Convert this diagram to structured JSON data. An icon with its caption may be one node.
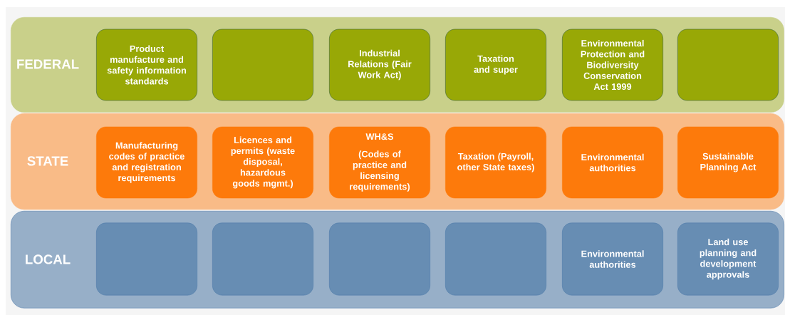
{
  "diagram": {
    "nodes": [
      {
        "text": [
          "FEDERAL"
        ]
      },
      {
        "text": [
          "Product manufacture and safety information standards"
        ],
        "in": 0
      },
      {
        "text": [],
        "shape": "box",
        "in": 0
      },
      {
        "text": [
          "Industrial Relations (Fair Work Act)"
        ],
        "in": 0
      },
      {
        "text": [
          "Taxation and super"
        ],
        "in": 0
      },
      {
        "text": [
          "Environmental Protection and Biodiversity Conservation Act 1999"
        ],
        "in": 0
      },
      {
        "text": [],
        "shape": "box",
        "in": 0
      },
      {
        "text": [
          "STATE"
        ]
      },
      {
        "text": [
          "Manufacturing codes of practice and registration requirements"
        ],
        "in": 7
      },
      {
        "text": [
          "Licences and permits (waste disposal, hazardous goods mgmt.)"
        ],
        "in": 7
      },
      {
        "text": [
          "WH&S",
          "(Codes of practice and licensing requirements)"
        ],
        "in": 7
      },
      {
        "text": [
          "Taxation (Payroll, other State taxes)"
        ],
        "in": 7
      },
      {
        "text": [
          "Environmental authorities"
        ],
        "in": 7
      },
      {
        "text": [
          "Sustainable Planning Act"
        ],
        "in": 7
      },
      {
        "text": [
          "LOCAL"
        ]
      },
      {
        "text": [],
        "shape": "box",
        "in": 14
      },
      {
        "text": [],
        "shape": "box",
        "in": 14
      },
      {
        "text": [],
        "shape": "box",
        "in": 14
      },
      {
        "text": [],
        "shape": "box",
        "in": 14
      },
      {
        "text": [
          "Environmental authorities"
        ],
        "in": 14
      },
      {
        "text": [
          "Land use planning and development approvals"
        ],
        "in": 14
      }
    ]
  }
}
